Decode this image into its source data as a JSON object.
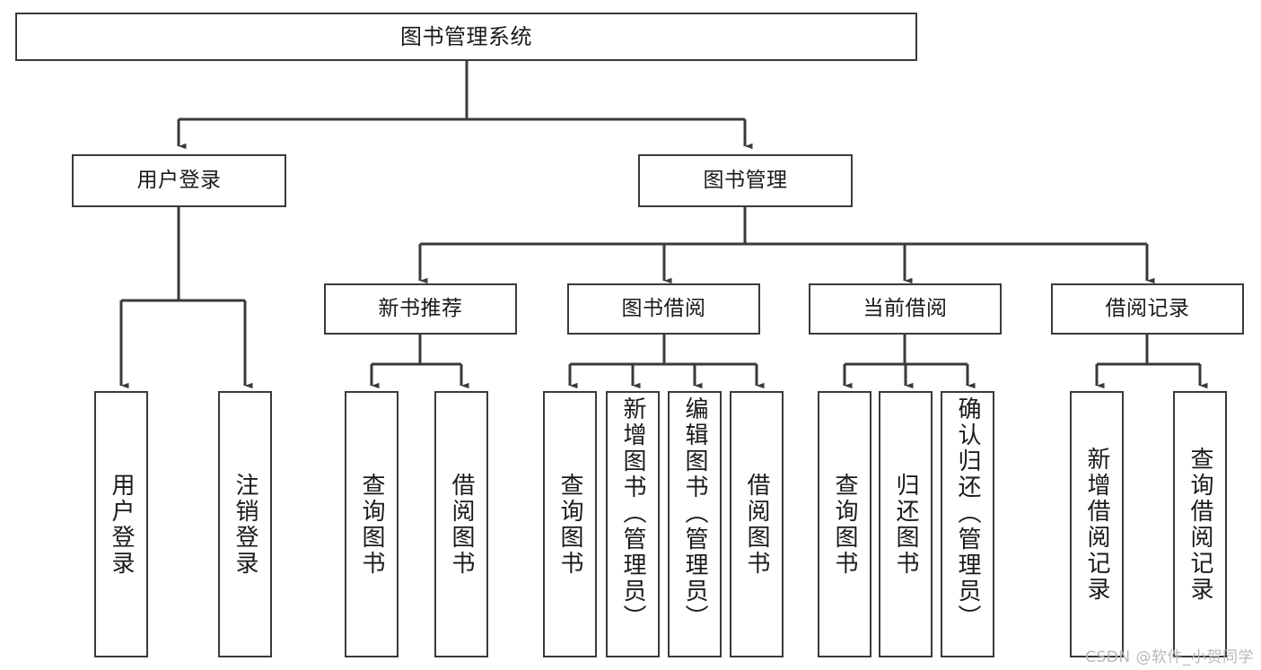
{
  "diagram": {
    "type": "tree-hierarchy",
    "title": "图书管理系统",
    "colors": {
      "stroke": "#3a3a3a",
      "fill": "#ffffff",
      "text": "#1a1a1a",
      "watermark": "#b9b9b9"
    },
    "watermark": "CSDN @软件_小贺同学",
    "levels": [
      {
        "level": 0,
        "nodes": [
          {
            "id": "root",
            "label": "图书管理系统"
          }
        ]
      },
      {
        "level": 1,
        "nodes": [
          {
            "id": "user-login",
            "label": "用户登录"
          },
          {
            "id": "book-manage",
            "label": "图书管理"
          }
        ]
      },
      {
        "level": 2,
        "nodes": [
          {
            "id": "new-book-recommend",
            "label": "新书推荐"
          },
          {
            "id": "book-borrow",
            "label": "图书借阅"
          },
          {
            "id": "current-borrow",
            "label": "当前借阅"
          },
          {
            "id": "borrow-record",
            "label": "借阅记录"
          }
        ]
      }
    ],
    "leaves": {
      "user-login": [
        {
          "id": "leaf-user-login",
          "label": "用户登录"
        },
        {
          "id": "leaf-logout-login",
          "label": "注销登录"
        }
      ],
      "new-book-recommend": [
        {
          "id": "leaf-query-book-1",
          "label": "查询图书"
        },
        {
          "id": "leaf-borrow-book-1",
          "label": "借阅图书"
        }
      ],
      "book-borrow": [
        {
          "id": "leaf-query-book-2",
          "label": "查询图书"
        },
        {
          "id": "leaf-add-book",
          "label": "新增图书（管理员）"
        },
        {
          "id": "leaf-edit-book",
          "label": "编辑图书（管理员）"
        },
        {
          "id": "leaf-borrow-book-2",
          "label": "借阅图书"
        }
      ],
      "current-borrow": [
        {
          "id": "leaf-query-book-3",
          "label": "查询图书"
        },
        {
          "id": "leaf-return-book",
          "label": "归还图书"
        },
        {
          "id": "leaf-confirm-return",
          "label": "确认归还（管理员）"
        }
      ],
      "borrow-record": [
        {
          "id": "leaf-add-record",
          "label": "新增借阅记录"
        },
        {
          "id": "leaf-query-record",
          "label": "查询借阅记录"
        }
      ]
    },
    "edges": [
      {
        "from": "root",
        "to": "user-login"
      },
      {
        "from": "root",
        "to": "book-manage"
      },
      {
        "from": "user-login",
        "to": "leaf-user-login"
      },
      {
        "from": "user-login",
        "to": "leaf-logout-login"
      },
      {
        "from": "book-manage",
        "to": "new-book-recommend"
      },
      {
        "from": "book-manage",
        "to": "book-borrow"
      },
      {
        "from": "book-manage",
        "to": "current-borrow"
      },
      {
        "from": "book-manage",
        "to": "borrow-record"
      },
      {
        "from": "new-book-recommend",
        "to": "leaf-query-book-1"
      },
      {
        "from": "new-book-recommend",
        "to": "leaf-borrow-book-1"
      },
      {
        "from": "book-borrow",
        "to": "leaf-query-book-2"
      },
      {
        "from": "book-borrow",
        "to": "leaf-add-book"
      },
      {
        "from": "book-borrow",
        "to": "leaf-edit-book"
      },
      {
        "from": "book-borrow",
        "to": "leaf-borrow-book-2"
      },
      {
        "from": "current-borrow",
        "to": "leaf-query-book-3"
      },
      {
        "from": "current-borrow",
        "to": "leaf-return-book"
      },
      {
        "from": "current-borrow",
        "to": "leaf-confirm-return"
      },
      {
        "from": "borrow-record",
        "to": "leaf-add-record"
      },
      {
        "from": "borrow-record",
        "to": "leaf-query-record"
      }
    ]
  }
}
